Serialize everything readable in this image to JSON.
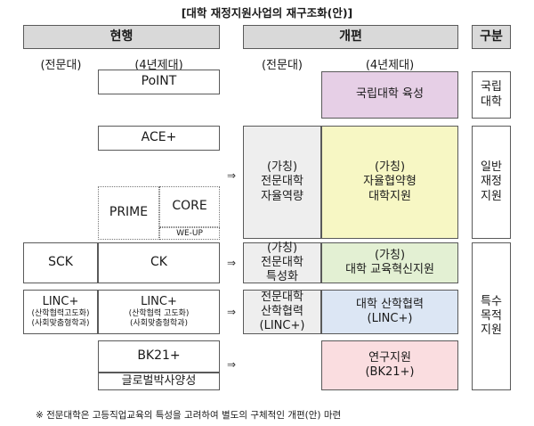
{
  "title": "[대학 재정지원사업의 재구조화(안)]",
  "headers": {
    "current": "현행",
    "reform": "개편",
    "category": "구분"
  },
  "subheaders": {
    "current_college": "(전문대)",
    "current_univ": "(4년제대)",
    "reform_college": "(전문대)",
    "reform_univ": "(4년제대)"
  },
  "current": {
    "point": "PoINT",
    "ace": "ACE+",
    "prime": "PRIME",
    "core": "CORE",
    "weup": "WE-UP",
    "sck": "SCK",
    "ck": "CK",
    "linc_college": {
      "name": "LINC+",
      "line1": "(산학협력고도화)",
      "line2": "(사회맞춤형학과)"
    },
    "linc_univ": {
      "name": "LINC+",
      "line1": "(산학협력 고도화)",
      "line2": "(사회맞춤형학과)"
    },
    "bk21": "BK21+",
    "global_phd": "글로벌박사양성"
  },
  "reform": {
    "national_univ": "국립대학 육성",
    "college_autonomy": {
      "l1": "(가칭)",
      "l2": "전문대학",
      "l3": "자율역량"
    },
    "univ_autonomy": {
      "l1": "(가칭)",
      "l2": "자율협약형",
      "l3": "대학지원"
    },
    "college_special": {
      "l1": "(가칭)",
      "l2": "전문대학",
      "l3": "특성화"
    },
    "univ_innovation": {
      "l1": "(가칭)",
      "l2": "대학 교육혁신지원"
    },
    "college_linc": {
      "l1": "전문대학",
      "l2": "산학협력",
      "l3": "(LINC+)"
    },
    "univ_linc": {
      "l1": "대학 산학협력",
      "l2": "(LINC+)"
    },
    "research": {
      "l1": "연구지원",
      "l2": "(BK21+)"
    }
  },
  "categories": {
    "national": {
      "l1": "국립",
      "l2": "대학"
    },
    "general": {
      "l1": "일반",
      "l2": "재정",
      "l3": "지원"
    },
    "special": {
      "l1": "특수",
      "l2": "목적",
      "l3": "지원"
    }
  },
  "arrow_symbol": "⇒",
  "note": "※ 전문대학은 고등직업교육의 특성을 고려하여 별도의 구체적인 개편(안) 마련",
  "colors": {
    "header_bg": "#d9d9d9",
    "purple": "#e6cfe6",
    "yellow": "#f7f7c4",
    "lightgray": "#eeeeee",
    "green": "#e3f0d3",
    "blue": "#dce6f4",
    "pink": "#fadde0"
  }
}
